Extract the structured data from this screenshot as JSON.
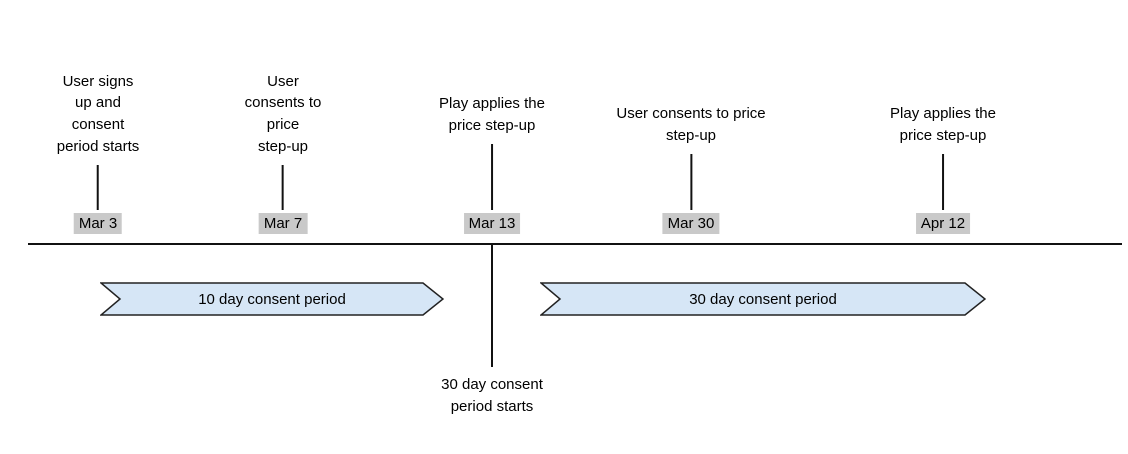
{
  "diagram": {
    "events": [
      {
        "date": "Mar 3",
        "label": "User signs\nup and\nconsent\nperiod starts"
      },
      {
        "date": "Mar 7",
        "label": "User\nconsents to\nprice\nstep-up"
      },
      {
        "date": "Mar 13",
        "label": "Play applies the\nprice step-up"
      },
      {
        "date": "Mar 30",
        "label": "User consents to price\nstep-up"
      },
      {
        "date": "Apr 12",
        "label": "Play applies the\nprice step-up"
      }
    ],
    "periods": [
      {
        "label": "10 day consent period"
      },
      {
        "label": "30 day consent period"
      }
    ],
    "annotation": "30 day consent\nperiod starts"
  },
  "colors": {
    "period_arrow_fill": "#d6e6f6",
    "period_arrow_border": "#222222",
    "date_badge_bg": "#c9c9c9",
    "timeline_line": "#111111"
  }
}
